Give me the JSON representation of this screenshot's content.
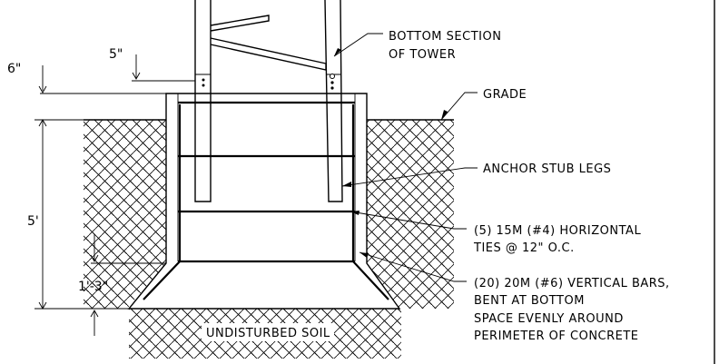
{
  "labels": {
    "tower_line1": "BOTTOM SECTION",
    "tower_line2": "OF TOWER",
    "grade": "GRADE",
    "anchor": "ANCHOR STUB LEGS",
    "ties_line1": "(5) 15M (#4) HORIZONTAL",
    "ties_line2": "TIES @ 12\" O.C.",
    "vbars_line1": "(20) 20M (#6) VERTICAL BARS,",
    "vbars_line2": "BENT AT BOTTOM",
    "vbars_line3": "SPACE EVENLY AROUND",
    "vbars_line4": "PERIMETER OF CONCRETE",
    "soil": "UNDISTURBED SOIL"
  },
  "dimensions": {
    "top_offset": "6\"",
    "leg_offset": "5\"",
    "depth": "5'",
    "bottom": "1'-3\""
  }
}
